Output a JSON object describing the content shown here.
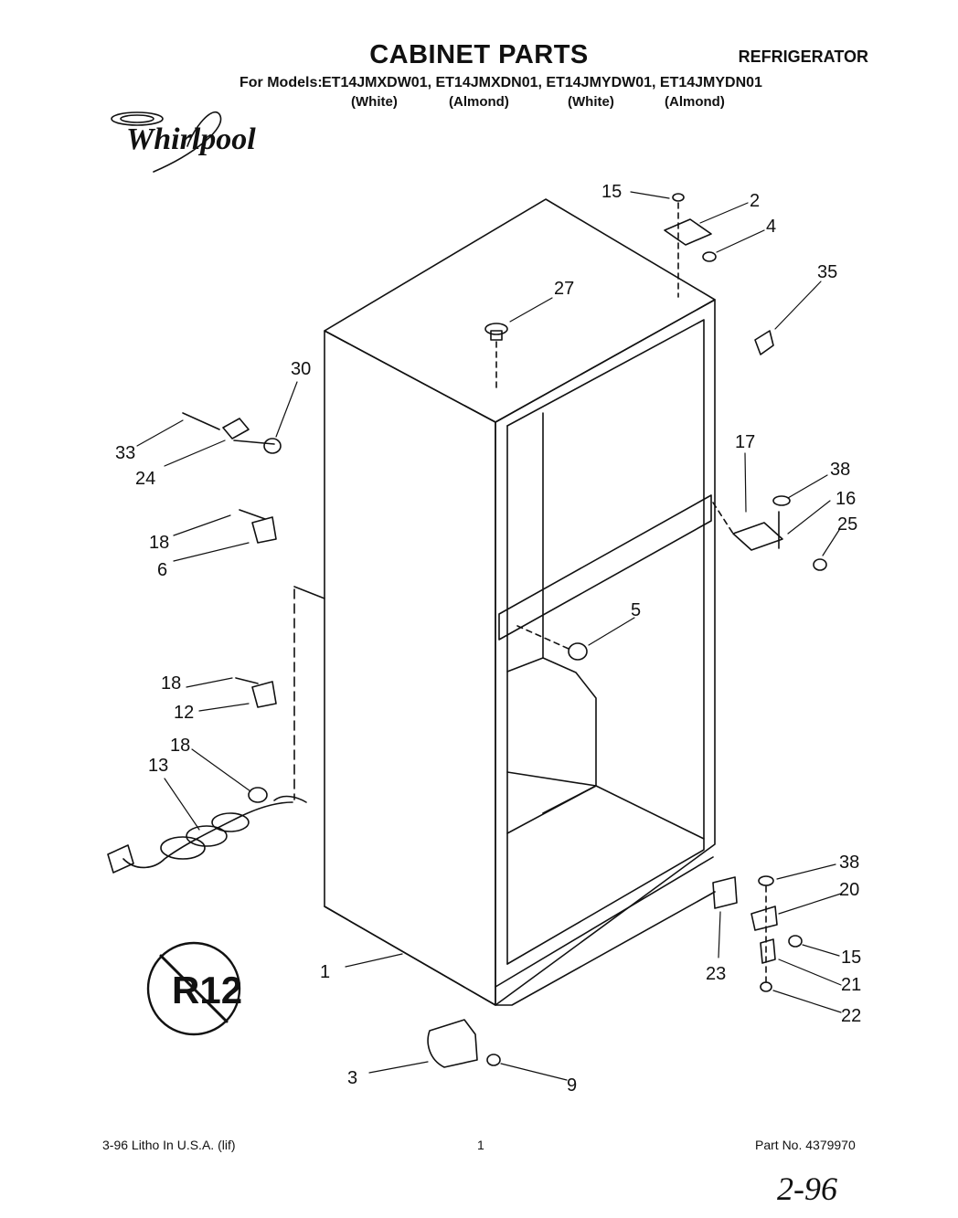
{
  "header": {
    "title": "CABINET PARTS",
    "subtitle": "REFRIGERATOR",
    "models_label": "For Models:",
    "models": "ET14JMXDW01, ET14JMXDN01, ET14JMYDW01, ET14JMYDN01",
    "color_labels": [
      "(White)",
      "(Almond)",
      "(White)",
      "(Almond)"
    ]
  },
  "logo": {
    "text": "Whirlpool"
  },
  "refrigerant_symbol": {
    "text": "R12"
  },
  "callouts": [
    "1",
    "2",
    "3",
    "4",
    "5",
    "6",
    "9",
    "12",
    "13",
    "15",
    "15",
    "16",
    "17",
    "18",
    "18",
    "18",
    "20",
    "21",
    "22",
    "23",
    "24",
    "25",
    "27",
    "30",
    "33",
    "35",
    "38",
    "38"
  ],
  "footer": {
    "left": "3-96 Litho In U.S.A. (lif)",
    "center": "1",
    "right": "Part No. 4379970"
  },
  "handwritten_note": "2-96",
  "colors": {
    "ink": "#111111",
    "paper": "#ffffff"
  }
}
